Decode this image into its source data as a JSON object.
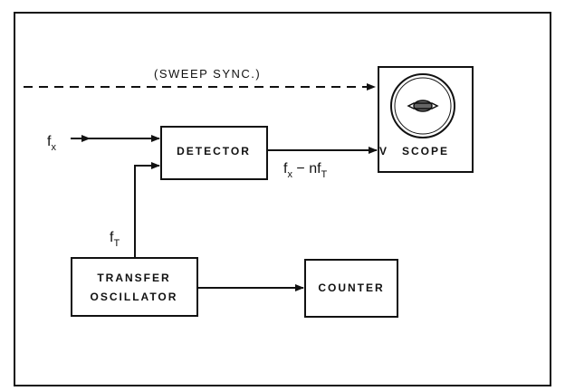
{
  "blocks": {
    "detector": "DETECTOR",
    "scope_v": "V",
    "scope": "SCOPE",
    "transfer_line1": "TRANSFER",
    "transfer_line2": "OSCILLATOR",
    "counter": "COUNTER"
  },
  "signals": {
    "sweep_sync": "(SWEEP SYNC.)",
    "fx_main": "f",
    "fx_sub": "x",
    "ft_main": "f",
    "ft_sub": "T",
    "diff_f1": "f",
    "diff_x": "x",
    "diff_mid": " − nf",
    "diff_T": "T"
  }
}
